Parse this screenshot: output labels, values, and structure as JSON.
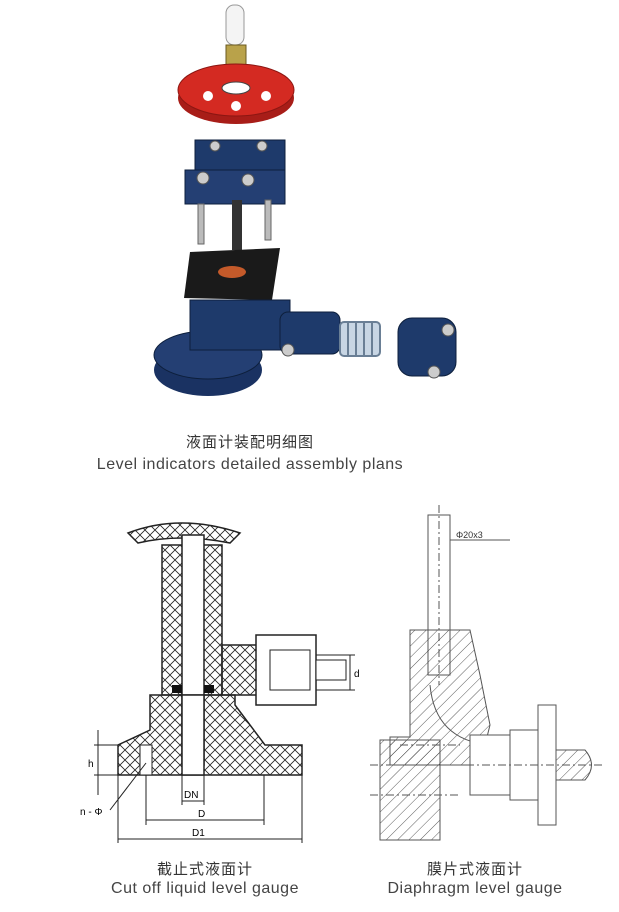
{
  "assembly": {
    "title_zh": "液面计装配明细图",
    "title_en": "Level indicators detailed assembly plans"
  },
  "cutoff_gauge": {
    "title_zh": "截止式液面计",
    "title_en": "Cut off liquid level gauge",
    "labels": {
      "h": "h",
      "d": "d",
      "dn": "DN",
      "D": "D",
      "D1": "D1",
      "n_phi": "n - Φ"
    }
  },
  "diaphragm_gauge": {
    "title_zh": "膜片式液面计",
    "title_en": "Diaphragm level gauge",
    "labels": {
      "pipe": "Φ20x3"
    }
  },
  "colors": {
    "handwheel": "#d42a22",
    "body": "#1e3a6b",
    "gasket": "#222222",
    "spring": "#9fb4c8"
  }
}
